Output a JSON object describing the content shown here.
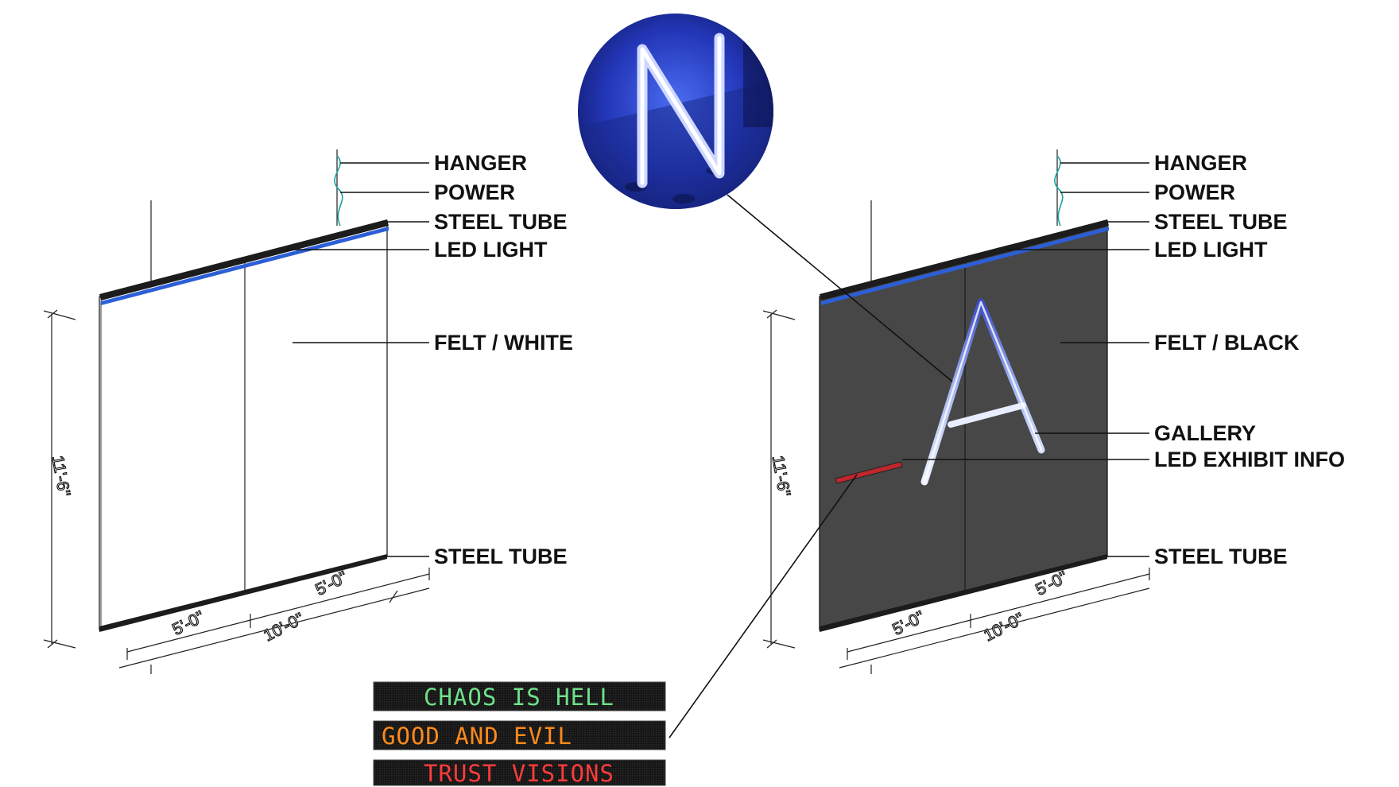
{
  "left_panel": {
    "callouts": {
      "hanger": "HANGER",
      "power": "POWER",
      "steel_tube_top": "STEEL TUBE",
      "led_light": "LED LIGHT",
      "felt": "FELT / WHITE",
      "steel_tube_bottom": "STEEL TUBE"
    },
    "dimensions": {
      "height": "11'-6\"",
      "half_left": "5'-0\"",
      "half_right": "5'-0\"",
      "total": "10'-0\""
    },
    "felt_color": "#ffffff"
  },
  "right_panel": {
    "callouts": {
      "hanger": "HANGER",
      "power": "POWER",
      "steel_tube_top": "STEEL TUBE",
      "led_light": "LED LIGHT",
      "felt": "FELT / BLACK",
      "gallery": "GALLERY",
      "led_exhibit_info": "LED EXHIBIT INFO",
      "steel_tube_bottom": "STEEL TUBE"
    },
    "dimensions": {
      "height": "11'-6\"",
      "half_left": "5'-0\"",
      "half_right": "5'-0\"",
      "total": "10'-0\""
    },
    "felt_color": "#474747",
    "neon_letter": "A"
  },
  "neon_inset": {
    "letter": "N"
  },
  "led_signs": [
    {
      "text": "CHAOS IS HELL",
      "color": "#6fe08a"
    },
    {
      "text": "GOOD AND EVIL",
      "color": "#ff8a1c"
    },
    {
      "text": "TRUST VISIONS",
      "color": "#ff3b3b"
    }
  ],
  "colors": {
    "led_blue": "#2c5fd6",
    "tube": "#1c1c1c",
    "exhibit_red": "#c0272d"
  }
}
